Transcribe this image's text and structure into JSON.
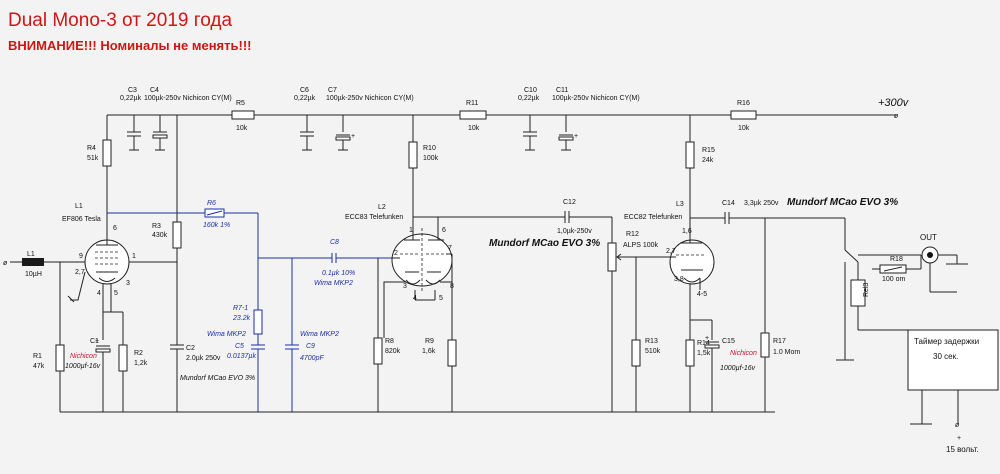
{
  "header": {
    "title": "Dual Mono-3 от 2019 года",
    "warning": "ВНИМАНИЕ!!! Номиналы не менять!!!"
  },
  "supply": {
    "label": "+300v",
    "input_label": "15 вольт."
  },
  "tubes": {
    "l1": {
      "name": "L1",
      "model": "EF806 Tesla",
      "pins": [
        "6",
        "9",
        "2,7",
        "1",
        "3",
        "4",
        "5"
      ]
    },
    "l2": {
      "name": "L2",
      "model": "ECC83 Telefunken",
      "pins": [
        "1",
        "6",
        "2",
        "7",
        "3",
        "8",
        "4",
        "5"
      ]
    },
    "l3": {
      "name": "L3",
      "model": "ECC82 Telefunken",
      "pins": [
        "1,6",
        "2,7",
        "3,8",
        "4-5"
      ]
    }
  },
  "components": {
    "l1_in": {
      "ref": "L1",
      "value": "10µH"
    },
    "r1": {
      "ref": "R1",
      "value": "47k"
    },
    "c1": {
      "ref": "C1",
      "brand": "Nichicon",
      "value": "1000µf-16v"
    },
    "r2": {
      "ref": "R2",
      "value": "1,2k"
    },
    "r3": {
      "ref": "R3",
      "value": "430k"
    },
    "r4": {
      "ref": "R4",
      "value": "51k"
    },
    "c2": {
      "ref": "C2",
      "value": "2.0µk 250v",
      "note": "Mundorf MCao EVO 3%"
    },
    "c3": {
      "ref": "C3",
      "value": "0,22µk"
    },
    "c4": {
      "ref": "C4",
      "value": "100µk-250v Nichicon CY(M)"
    },
    "r5": {
      "ref": "R5",
      "value": "10k"
    },
    "r6": {
      "ref": "R6",
      "value": "160k 1%"
    },
    "r7": {
      "ref": "R7-1",
      "value": "23.2k",
      "brand": "Wima MKP2"
    },
    "c5": {
      "ref": "C5",
      "value": "0.0137µk"
    },
    "c6": {
      "ref": "C6",
      "value": "0,22µk"
    },
    "c7": {
      "ref": "C7",
      "value": "100µk-250v Nichicon CY(M)"
    },
    "c8": {
      "ref": "C8",
      "value": "0.1µk 10%",
      "brand": "Wima MKP2"
    },
    "c9": {
      "ref": "C9",
      "value": "4700pF",
      "brand": "Wima MKP2"
    },
    "r8": {
      "ref": "R8",
      "value": "820k"
    },
    "r9": {
      "ref": "R9",
      "value": "1,6k"
    },
    "r10": {
      "ref": "R10",
      "value": "100k"
    },
    "r11": {
      "ref": "R11",
      "value": "10k"
    },
    "c10": {
      "ref": "C10",
      "value": "0,22µk"
    },
    "c11": {
      "ref": "C11",
      "value": "100µk-250v Nichicon CY(M)"
    },
    "c12": {
      "ref": "C12",
      "value": "1,0µk-250v",
      "note": "Mundorf MCao EVO 3%"
    },
    "r12": {
      "ref": "R12",
      "value": "ALPS 100k"
    },
    "r13": {
      "ref": "R13",
      "value": "510k"
    },
    "r14": {
      "ref": "R14",
      "value": "1,5k"
    },
    "c15": {
      "ref": "C15",
      "brand": "Nichicon",
      "value": "1000µf-16v"
    },
    "r15": {
      "ref": "R15",
      "value": "24k"
    },
    "r16": {
      "ref": "R16",
      "value": "10k"
    },
    "c14": {
      "ref": "C14",
      "value": "3,3µk 250v",
      "note": "Mundorf MCao EVO 3%"
    },
    "r17": {
      "ref": "R17",
      "value": "1.0 Mom"
    },
    "r18": {
      "ref": "R18",
      "value": "100 om"
    },
    "rel": {
      "ref": "Rel3"
    },
    "out": {
      "label": "OUT"
    }
  },
  "timer": {
    "line1": "Таймер задержки",
    "line2": "30 сек."
  }
}
